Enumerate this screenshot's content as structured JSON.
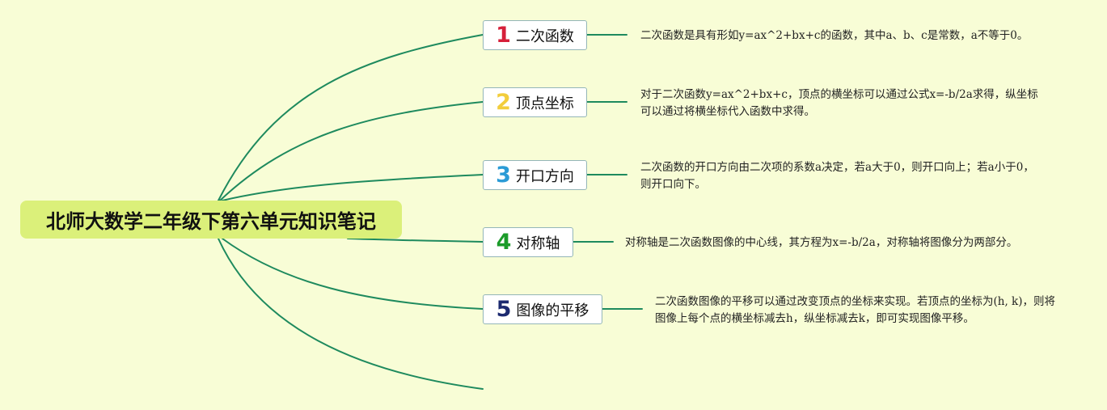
{
  "root": {
    "title": "北师大数学二年级下第六单元知识笔记"
  },
  "colors": {
    "branch": "#1e8a5e",
    "root_bg": "#dbf07a",
    "background": "#f8fdd6",
    "topic_border": "#94b6b8"
  },
  "topics": [
    {
      "number": "1",
      "number_color": "#d6203a",
      "label": "二次函数",
      "description": "二次函数是具有形如y=ax^2+bx+c的函数，其中a、b、c是常数，a不等于0。"
    },
    {
      "number": "2",
      "number_color": "#f2cd3c",
      "label": "顶点坐标",
      "description": "对于二次函数y=ax^2+bx+c，顶点的横坐标可以通过公式x=-b/2a求得，纵坐标可以通过将横坐标代入函数中求得。"
    },
    {
      "number": "3",
      "number_color": "#2b9bd6",
      "label": "开口方向",
      "description": "二次函数的开口方向由二次项的系数a决定，若a大于0，则开口向上；若a小于0，则开口向下。"
    },
    {
      "number": "4",
      "number_color": "#1b9b2a",
      "label": "对称轴",
      "description": "对称轴是二次函数图像的中心线，其方程为x=-b/2a，对称轴将图像分为两部分。"
    },
    {
      "number": "5",
      "number_color": "#1c2a70",
      "label": "图像的平移",
      "description": "二次函数图像的平移可以通过改变顶点的坐标来实现。若顶点的坐标为(h, k)，则将图像上每个点的横坐标减去h，纵坐标减去k，即可实现图像平移。"
    }
  ]
}
